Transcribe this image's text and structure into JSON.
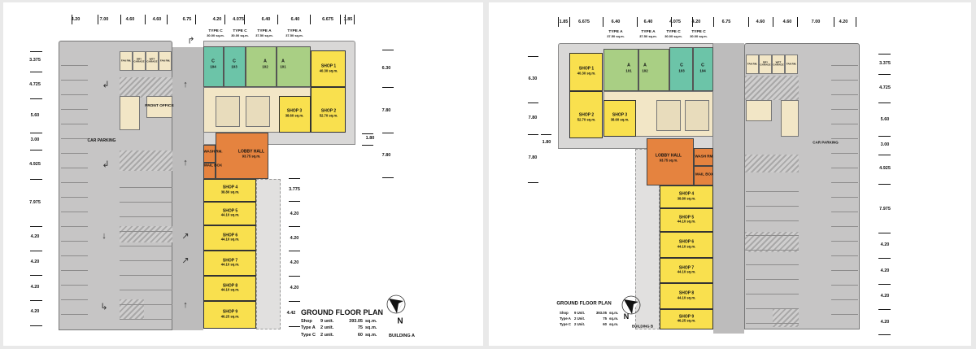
{
  "colors": {
    "shop": "#f9e04e",
    "type_a": "#a9cf84",
    "type_c": "#6cc4a8",
    "lobby": "#e5833f",
    "common": "#f2e6c6",
    "parking": "#c6c5c5"
  },
  "buildings": [
    {
      "top_dims": [
        "4.20",
        "7.00",
        "4.60",
        "4.60",
        "6.75",
        "4.20",
        "4.075",
        "6.40",
        "6.40",
        "6.675",
        "1.85"
      ],
      "unit_types": [
        {
          "type": "TYPE C",
          "area": "30.00 sq.m."
        },
        {
          "type": "TYPE C",
          "area": "30.00 sq.m."
        },
        {
          "type": "TYPE A",
          "area": "37.50 sq.m."
        },
        {
          "type": "TYPE A",
          "area": "37.50 sq.m."
        }
      ],
      "left_dims": [
        "3.375",
        "4.725",
        "5.60",
        "3.00",
        "4.925",
        "7.975",
        "4.20",
        "4.20",
        "4.20",
        "4.20"
      ],
      "right_dims": [
        "6.30",
        "7.80",
        "1.80",
        "7.80",
        "3.775",
        "4.20",
        "4.20",
        "4.20",
        "4.20",
        "4.42"
      ],
      "rooms": [
        {
          "type": "C",
          "no": "104"
        },
        {
          "type": "C",
          "no": "103"
        },
        {
          "type": "A",
          "no": "102"
        },
        {
          "type": "A",
          "no": "101"
        }
      ],
      "shops": [
        {
          "label": "SHOP 1",
          "area": "40.30 sq.m."
        },
        {
          "label": "SHOP 2",
          "area": "52.70 sq.m."
        },
        {
          "label": "SHOP 3",
          "area": "38.60 sq.m."
        },
        {
          "label": "SHOP 4",
          "area": "38.80 sq.m."
        },
        {
          "label": "SHOP 5",
          "area": "44.10 sq.m."
        },
        {
          "label": "SHOP 6",
          "area": "44.10 sq.m."
        },
        {
          "label": "SHOP 7",
          "area": "44.10 sq.m."
        },
        {
          "label": "SHOP 8",
          "area": "44.10 sq.m."
        },
        {
          "label": "SHOP 9",
          "area": "46.25 sq.m."
        }
      ],
      "lobby": {
        "label": "LOBBY HALL",
        "area": "93.75 sq.m."
      },
      "wash": "WASH RM.",
      "mail": "MAIL BOX",
      "parking": "CAR PARKING",
      "front_office": "FRONT OFFICE",
      "service_rooms": [
        "FAN RM.",
        "DRY GARAGE",
        "WET GARAGE",
        "FAN RM."
      ],
      "title": "GROUND FLOOR PLAN",
      "summary": [
        {
          "type": "Shop",
          "count": "9 unit.",
          "area": "393.05",
          "unit": "sq.m."
        },
        {
          "type": "Type A",
          "count": "2 unit.",
          "area": "75",
          "unit": "sq.m."
        },
        {
          "type": "Type C",
          "count": "2 unit.",
          "area": "60",
          "unit": "sq.m."
        }
      ],
      "north": "N",
      "building": "BUILDING A"
    },
    {
      "top_dims": [
        "1.85",
        "6.675",
        "6.40",
        "6.40",
        "4.075",
        "4.20",
        "6.75",
        "4.60",
        "4.60",
        "7.00",
        "4.20"
      ],
      "unit_types": [
        {
          "type": "TYPE A",
          "area": "37.50 sq.m."
        },
        {
          "type": "TYPE A",
          "area": "37.50 sq.m."
        },
        {
          "type": "TYPE C",
          "area": "30.00 sq.m."
        },
        {
          "type": "TYPE C",
          "area": "30.00 sq.m."
        }
      ],
      "left_dims": [
        "6.30",
        "7.80",
        "1.80",
        "7.80"
      ],
      "right_dims": [
        "3.375",
        "4.725",
        "5.60",
        "3.00",
        "4.925",
        "7.975",
        "4.20",
        "4.20",
        "4.20",
        "4.20"
      ],
      "rooms": [
        {
          "type": "A",
          "no": "101"
        },
        {
          "type": "A",
          "no": "102"
        },
        {
          "type": "C",
          "no": "103"
        },
        {
          "type": "C",
          "no": "104"
        }
      ],
      "shops": [
        {
          "label": "SHOP 1",
          "area": "40.30 sq.m."
        },
        {
          "label": "SHOP 2",
          "area": "52.70 sq.m."
        },
        {
          "label": "SHOP 3",
          "area": "38.60 sq.m."
        },
        {
          "label": "SHOP 4",
          "area": "38.80 sq.m."
        },
        {
          "label": "SHOP 5",
          "area": "44.10 sq.m."
        },
        {
          "label": "SHOP 6",
          "area": "44.10 sq.m."
        },
        {
          "label": "SHOP 7",
          "area": "44.10 sq.m."
        },
        {
          "label": "SHOP 8",
          "area": "44.10 sq.m."
        },
        {
          "label": "SHOP 9",
          "area": "46.25 sq.m."
        }
      ],
      "lobby": {
        "label": "LOBBY HALL",
        "area": "93.75 sq.m."
      },
      "wash": "WASH RM.",
      "mail": "MAIL BOX",
      "parking": "CAR PARKING",
      "service_rooms": [
        "FAN RM.",
        "DRY GARAGE",
        "WET GARAGE",
        "FAN RM."
      ],
      "title": "GROUND FLOOR PLAN",
      "summary": [
        {
          "type": "Shop",
          "count": "9 Unit.",
          "area": "393.05",
          "unit": "sq.m."
        },
        {
          "type": "Type A",
          "count": "2 Unit.",
          "area": "75",
          "unit": "sq.m."
        },
        {
          "type": "Type C",
          "count": "2 Unit.",
          "area": "60",
          "unit": "sq.m."
        }
      ],
      "north": "N",
      "building": "BUILDING B"
    }
  ]
}
